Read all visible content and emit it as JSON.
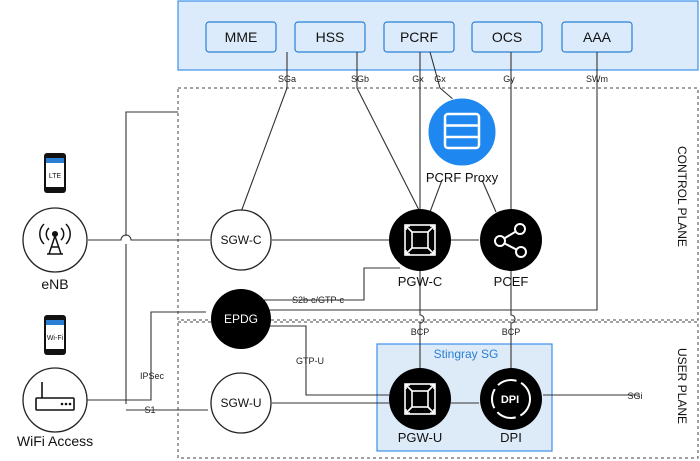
{
  "top_boxes": [
    "MME",
    "HSS",
    "PCRF",
    "OCS",
    "AAA"
  ],
  "interfaces": {
    "sga": "SGa",
    "sgb": "SGb",
    "gx1": "Gx",
    "gx2": "Gx",
    "gy": "Gy",
    "swm": "SWm",
    "s2b": "S2b-c/GTP-c",
    "bcp1": "BCP",
    "bcp2": "BCP",
    "gtpu": "GTP-U",
    "ipsec": "IPSec",
    "s1": "S1",
    "sgi": "SGi"
  },
  "nodes": {
    "pcrf_proxy": "PCRF Proxy",
    "sgw_c": "SGW-C",
    "pgw_c": "PGW-C",
    "pcef": "PCEF",
    "epdg": "EPDG",
    "sgw_u": "SGW-U",
    "pgw_u": "PGW-U",
    "dpi": "DPI",
    "dpi_icon_text": "DPI"
  },
  "devices": {
    "enb": "eNB",
    "wifi": "WiFi Access",
    "phone1_screen": "LTE",
    "phone2_screen": "Wi-Fi"
  },
  "planes": {
    "control": "CONTROL PLANE",
    "user": "USER PLANE"
  },
  "stingray_label": "Stingray SG",
  "colors": {
    "top_panel_fill": "#dcebfb",
    "top_panel_border": "#3b8fe8",
    "stingray_fill": "#ddebf9",
    "stingray_text": "#2a7fd4",
    "proxy_blue": "#1e88f0",
    "node_black": "#000000"
  }
}
